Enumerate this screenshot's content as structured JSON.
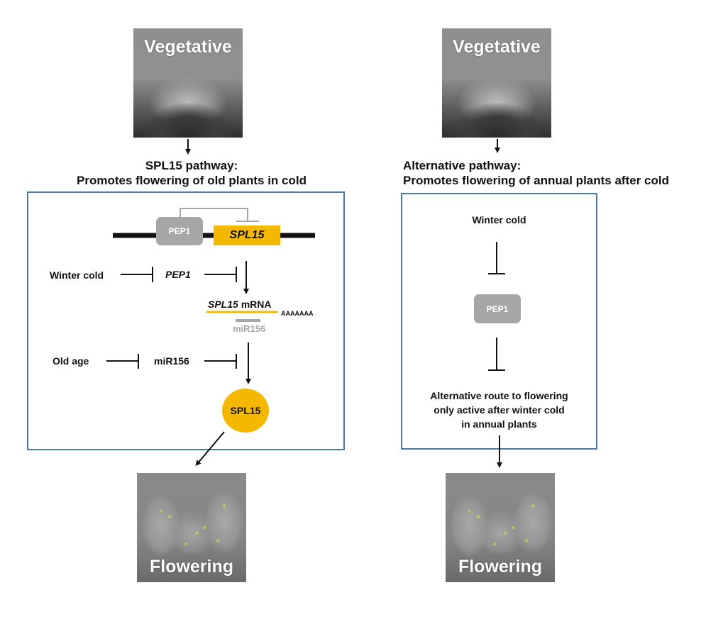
{
  "colors": {
    "panel_border": "#4a79a8",
    "spl15_yellow": "#f5b800",
    "pep1_gray": "#a6a6a6",
    "mir156_gray": "#a6a6a6",
    "arrow_black": "#111111"
  },
  "left": {
    "top_image_label": "Vegetative",
    "title_line1": "SPL15 pathway:",
    "title_line2": "Promotes flowering of old plants in cold",
    "gene_pep1_label": "PEP1",
    "gene_spl15_label": "SPL15",
    "winter_cold_label": "Winter cold",
    "pep1_label": "PEP1",
    "mrna_gene": "SPL15",
    "mrna_suffix": " mRNA",
    "poly_a": "AAAAAAA",
    "mir156_small_label": "miR156",
    "old_age_label": "Old age",
    "mir156_label": "miR156",
    "protein_label": "SPL15",
    "bottom_image_label": "Flowering"
  },
  "right": {
    "top_image_label": "Vegetative",
    "title_line1": "Alternative pathway:",
    "title_line2": "Promotes flowering of annual plants after cold",
    "winter_cold_label": "Winter cold",
    "pep1_label": "PEP1",
    "route_line1": "Alternative route to flowering",
    "route_line2": "only active after winter cold",
    "route_line3": "in annual plants",
    "bottom_image_label": "Flowering"
  }
}
